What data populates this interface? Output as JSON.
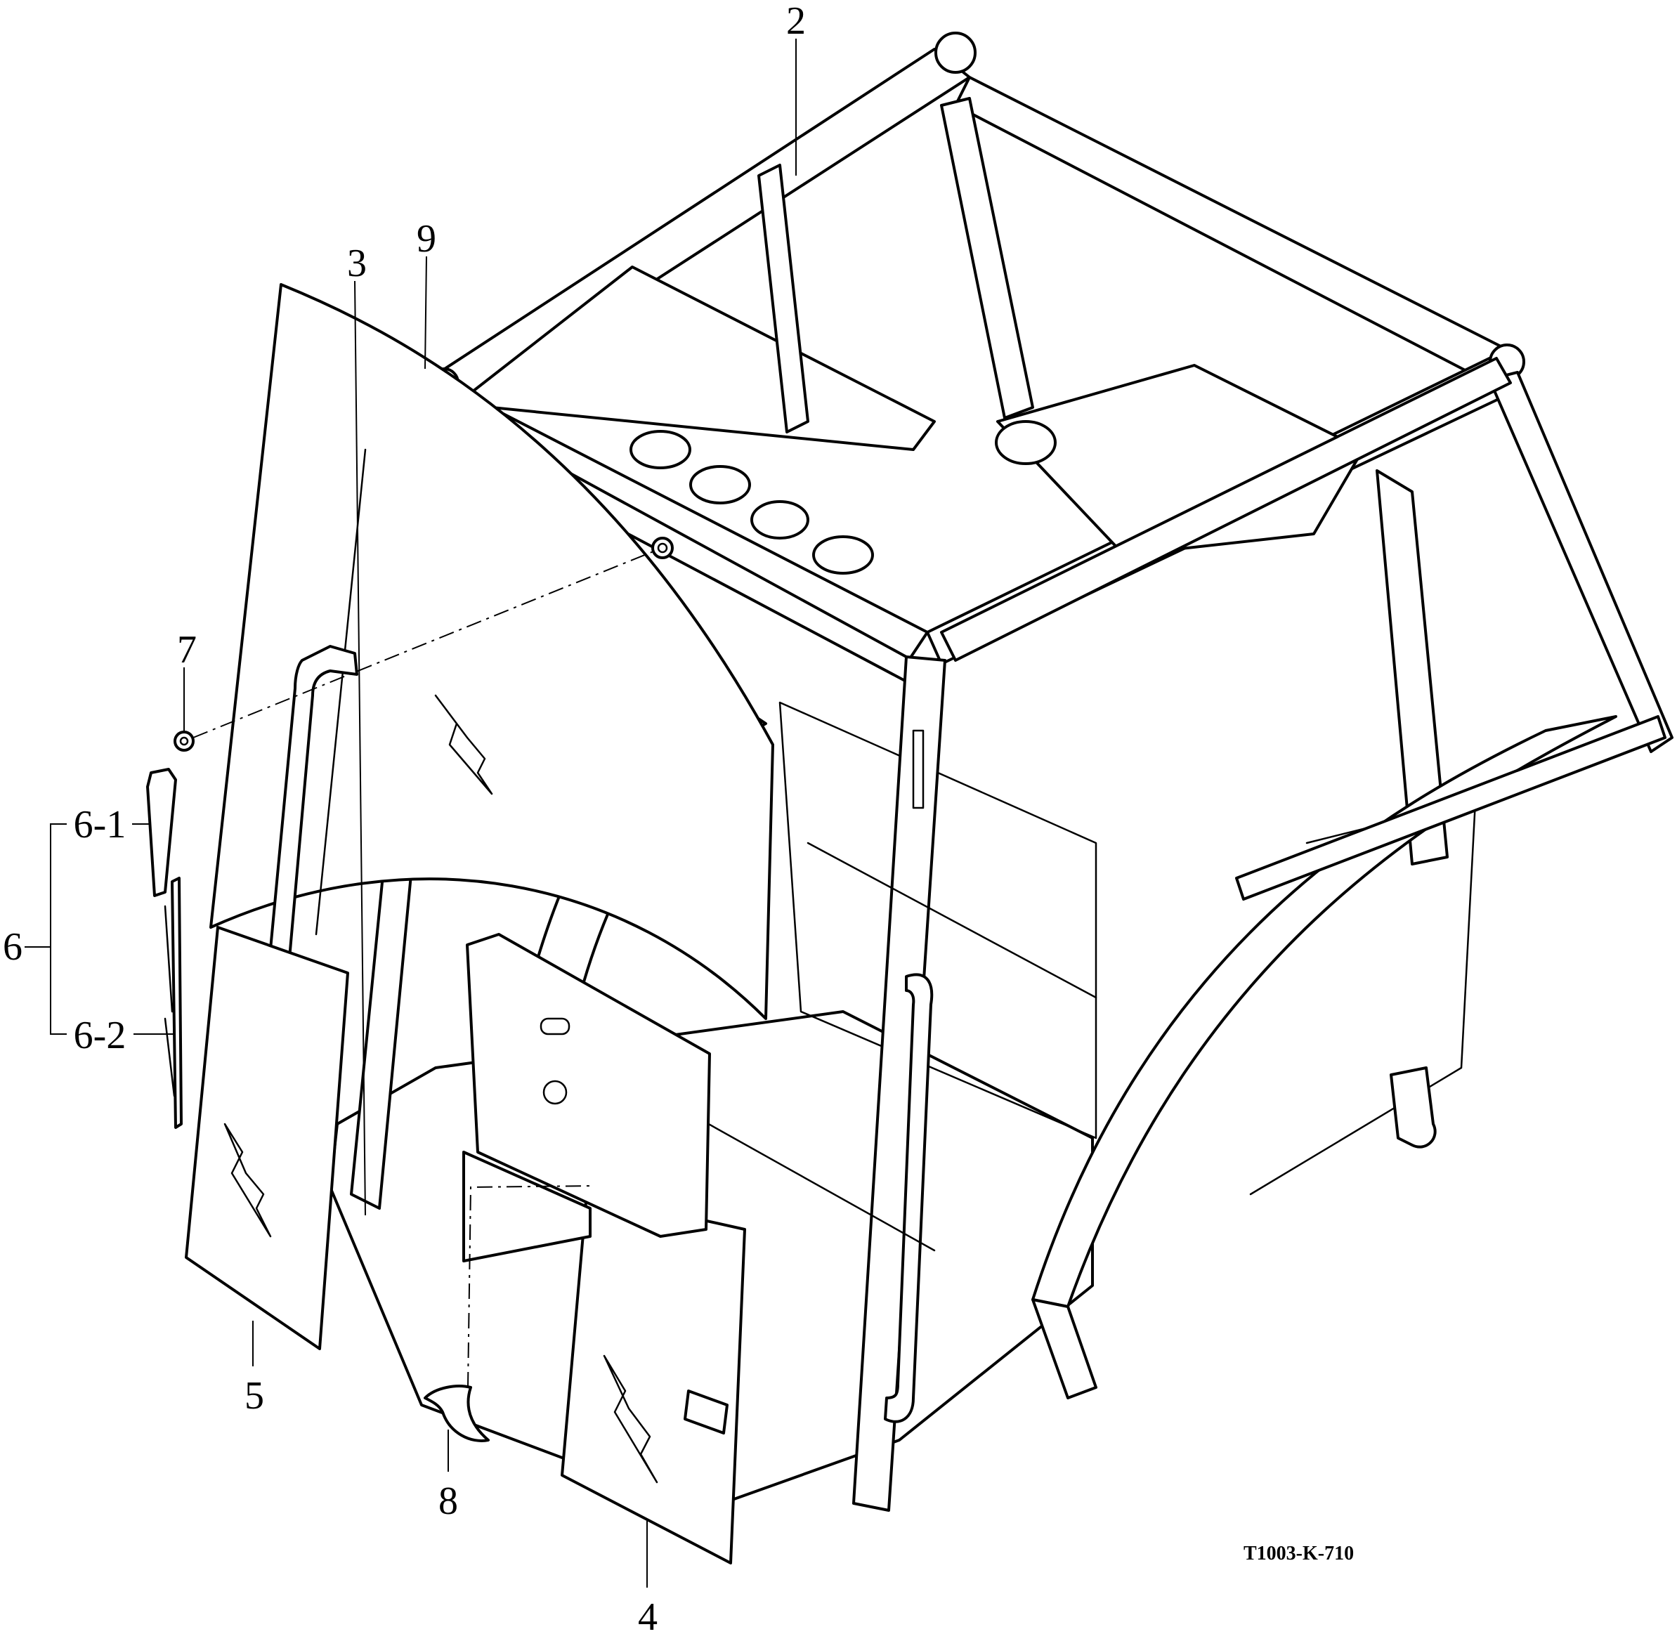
{
  "callouts": {
    "c2": "2",
    "c3": "3",
    "c4": "4",
    "c5": "5",
    "c6": "6",
    "c6_1": "6-1",
    "c6_2": "6-2",
    "c7": "7",
    "c8": "8",
    "c9": "9"
  },
  "drawing_code": "T1003-K-710",
  "colors": {
    "line": "#000000",
    "background": "#ffffff"
  }
}
